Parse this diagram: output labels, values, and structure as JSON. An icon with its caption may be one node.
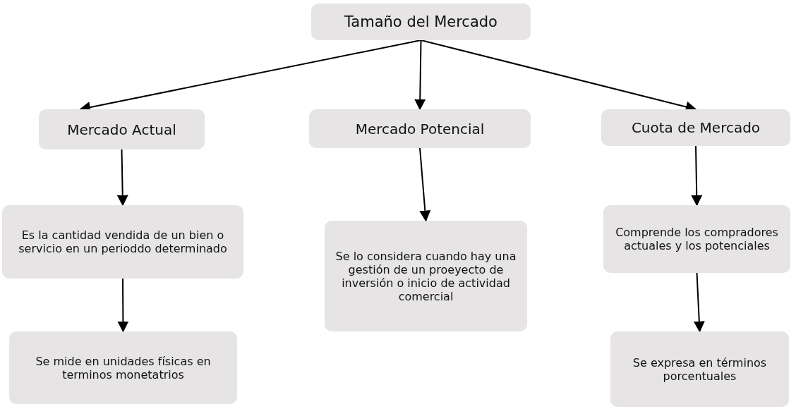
{
  "diagram": {
    "nodes": [
      {
        "text": [
          "Tamaño del Mercado"
        ]
      },
      {
        "text": [
          "Mercado Actual"
        ]
      },
      {
        "text": [
          "Mercado Potencial"
        ]
      },
      {
        "text": [
          "Cuota de Mercado"
        ]
      },
      {
        "text": [
          "Es la cantidad vendida de un bien o servicio en un perioddo determinado"
        ]
      },
      {
        "text": [
          "Se lo considera cuando hay una gestión de un proeyecto de inversión o inicio de actividad comercial"
        ]
      },
      {
        "text": [
          "Comprende los compradores actuales y los potenciales"
        ]
      },
      {
        "text": [
          "Se mide en unidades físicas en terminos monetatrios"
        ]
      },
      {
        "text": [
          "Se expresa en términos porcentuales"
        ]
      }
    ],
    "edges": [
      {
        "from": 0,
        "to": 1,
        "arrow": "to"
      },
      {
        "from": 0,
        "to": 2,
        "arrow": "to"
      },
      {
        "from": 0,
        "to": 3,
        "arrow": "to"
      },
      {
        "from": 1,
        "to": 4,
        "arrow": "to"
      },
      {
        "from": 2,
        "to": 5,
        "arrow": "to"
      },
      {
        "from": 3,
        "to": 6,
        "arrow": "to"
      },
      {
        "from": 4,
        "to": 7,
        "arrow": "to"
      },
      {
        "from": 6,
        "to": 8,
        "arrow": "to"
      }
    ]
  }
}
